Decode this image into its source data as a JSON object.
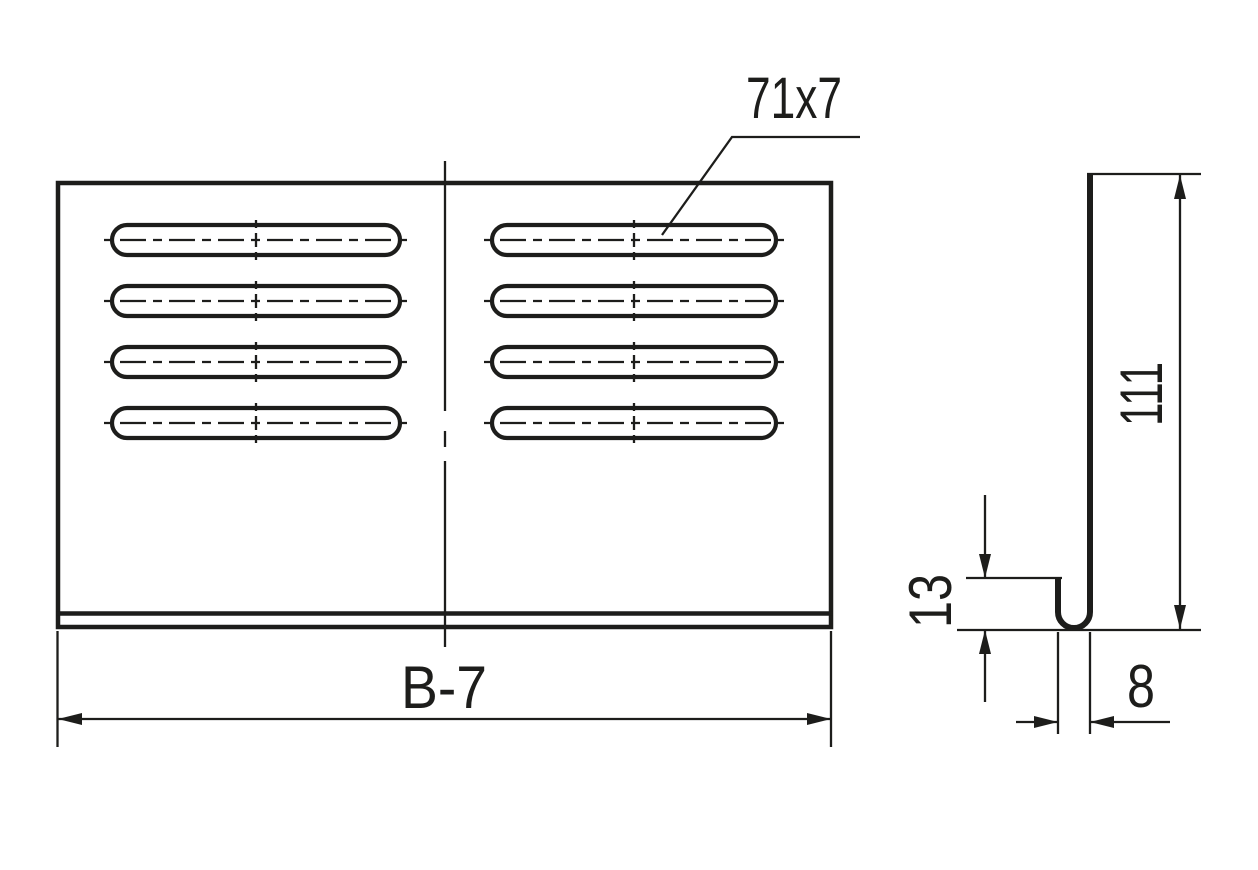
{
  "drawing": {
    "labels": {
      "slot_size": "71x7",
      "overall_width": "B-7",
      "overall_height": "111",
      "hem_height": "13",
      "hem_width": "8"
    },
    "colors": {
      "line": "#1d1d1b",
      "background": "#ffffff"
    }
  }
}
